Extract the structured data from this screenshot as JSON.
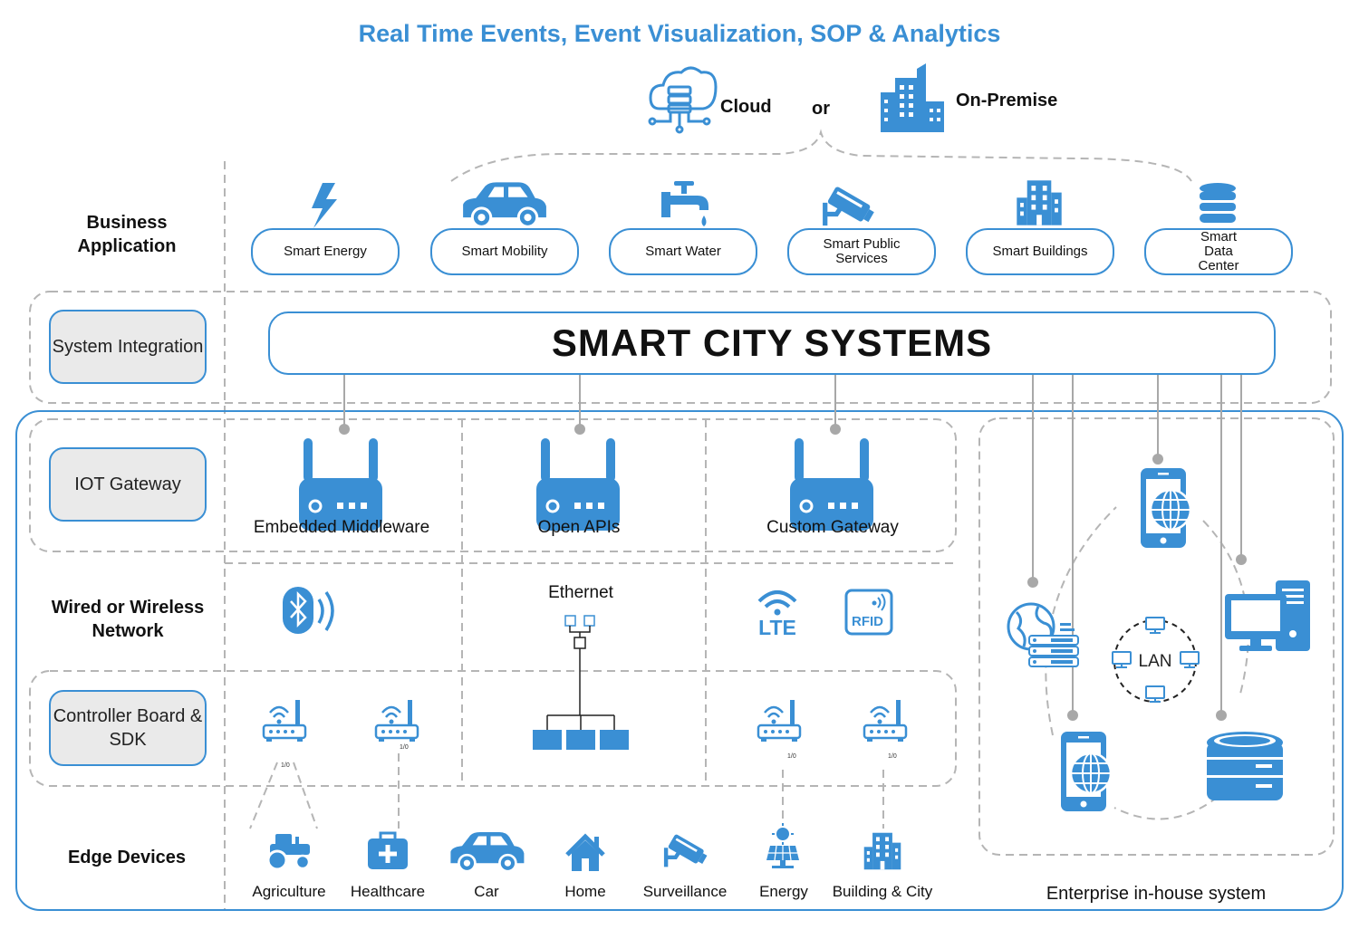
{
  "title": "Real Time Events, Event Visualization, SOP & Analytics",
  "deploy": {
    "cloud": "Cloud",
    "or": "or",
    "onpremise": "On-Premise"
  },
  "rows": {
    "business_application": "Business Application",
    "system_integration": "System Integration",
    "iot_gateway": "IOT Gateway",
    "network": "Wired or Wireless Network",
    "controller": "Controller Board & SDK",
    "edge": "Edge Devices"
  },
  "apps": [
    {
      "label": "Smart Energy",
      "icon": "lightning-icon"
    },
    {
      "label": "Smart Mobility",
      "icon": "car-icon"
    },
    {
      "label": "Smart Water",
      "icon": "faucet-icon"
    },
    {
      "label": "Smart Public Services",
      "icon": "cctv-camera-icon"
    },
    {
      "label": "Smart Buildings",
      "icon": "building-icon"
    },
    {
      "label": "Smart Data Center",
      "icon": "database-icon"
    }
  ],
  "core": "SMART CITY SYSTEMS",
  "gateways": [
    "Embedded Middleware",
    "Open APIs",
    "Custom Gateway"
  ],
  "network": {
    "ethernet": "Ethernet",
    "lte": "LTE",
    "rfid": "RFID"
  },
  "io_label": "1/0",
  "edge_devices": [
    "Agriculture",
    "Healthcare",
    "Car",
    "Home",
    "Surveillance",
    "Energy",
    "Building & City"
  ],
  "enterprise": {
    "lan": "LAN",
    "label": "Enterprise in-house system"
  },
  "colors": {
    "accent": "#3a8fd4",
    "line": "#b5b5b5",
    "text": "#111111"
  }
}
